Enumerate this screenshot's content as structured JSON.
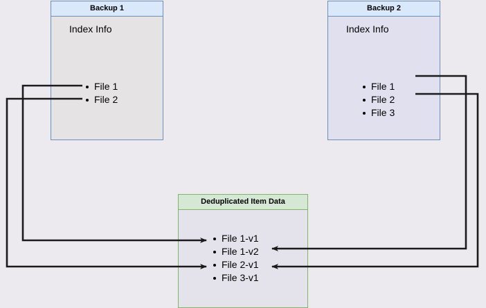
{
  "diagram": {
    "title_hidden": "",
    "background_color": "#eceaef",
    "boxes": [
      {
        "id": "backup1",
        "header": "Backup 1",
        "body_label": "Index Info",
        "items": [
          "File 1",
          "File 2"
        ],
        "header_fill": "#dae8fc",
        "border_color": "#6c8ebf",
        "body_fill": "#e5e3e4"
      },
      {
        "id": "backup2",
        "header": "Backup 2",
        "body_label": "Index Info",
        "items": [
          "File 1",
          "File 2",
          "File 3"
        ],
        "header_fill": "#dae8fc",
        "border_color": "#6c8ebf",
        "body_fill": "#e0e0ef"
      },
      {
        "id": "dedup",
        "header": "Deduplicated Item Data",
        "body_label": "",
        "items": [
          "File 1-v1",
          "File 1-v2",
          "File 2-v1",
          "File 3-v1"
        ],
        "header_fill": "#d5e8d4",
        "border_color": "#82b366",
        "body_fill": "#e4e3ec"
      }
    ],
    "connectors": [
      {
        "name": "backup1-file1-to-file1v1",
        "from": "Backup 1 / File 1",
        "to": "Deduplicated Item Data / File 1-v1",
        "color": "#1a1a1a"
      },
      {
        "name": "backup1-file2-to-file2v1",
        "from": "Backup 1 / File 2",
        "to": "Deduplicated Item Data / File 2-v1",
        "color": "#1a1a1a"
      },
      {
        "name": "backup2-file1-to-file1v2",
        "from": "Backup 2 / File 1",
        "to": "Deduplicated Item Data / File 1-v2",
        "color": "#1a1a1a"
      },
      {
        "name": "backup2-file2-to-file2v1",
        "from": "Backup 2 / File 2",
        "to": "Deduplicated Item Data / File 2-v1",
        "color": "#1a1a1a"
      }
    ]
  }
}
